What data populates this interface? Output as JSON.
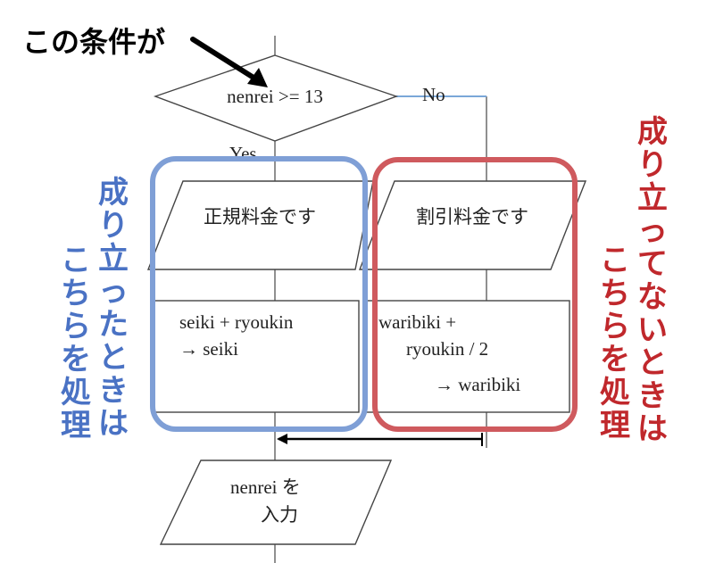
{
  "annotation": {
    "text": "この条件が"
  },
  "flowchart": {
    "decision": "nenrei >= 13",
    "yes_label": "Yes",
    "no_label": "No",
    "left_output": "正規料金です",
    "right_output": "割引料金です",
    "left_process": [
      "seiki + ryoukin",
      "→  seiki"
    ],
    "right_process": [
      "waribiki +",
      "ryoukin / 2",
      "→ waribiki"
    ],
    "input_node": [
      "nenrei を",
      "入力"
    ]
  },
  "callouts": {
    "left_text": "成り立ったときはこちらを処理",
    "left_color": "#4a72c4",
    "right_text": "成り立ってないときはこちらを処理",
    "right_color": "#c0282c"
  },
  "colors": {
    "blue_frame": "#7f9fd6",
    "red_frame": "#cf5a5e",
    "no_line": "#7aa7d8"
  }
}
